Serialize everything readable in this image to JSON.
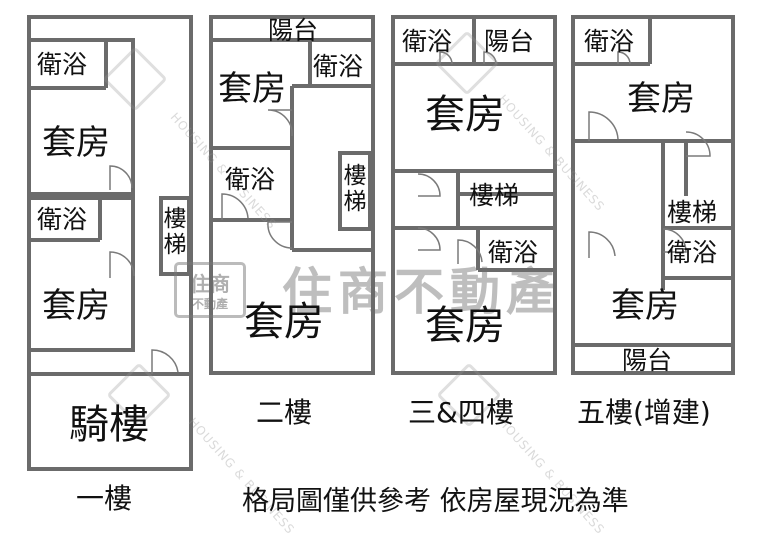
{
  "plans": {
    "f1": {
      "bath": "衛浴",
      "suite1": "套房",
      "bath2": "衛浴",
      "stairs": "樓梯",
      "suite2": "套房",
      "arcade": "騎樓",
      "caption": "一樓"
    },
    "f2": {
      "balcony": "陽台",
      "suite1": "套房",
      "bath1": "衛浴",
      "bath2": "衛浴",
      "stairs": "樓梯",
      "suite2": "套房",
      "caption": "二樓"
    },
    "f34": {
      "bath1": "衛浴",
      "balcony": "陽台",
      "suite1": "套房",
      "stairs": "樓梯",
      "bath2": "衛浴",
      "suite2": "套房",
      "caption": "三&四樓"
    },
    "f5": {
      "bath1": "衛浴",
      "suite1": "套房",
      "stairs": "樓梯",
      "bath2": "衛浴",
      "suite2": "套房",
      "balcony": "陽台",
      "caption": "五樓(增建)"
    }
  },
  "note": "格局圖僅供參考 依房屋現況為準",
  "watermark": {
    "name": "住商不動產",
    "box_top": "住商",
    "box_bottom": "不動產",
    "english": "HOUSING & BUSINESS"
  }
}
